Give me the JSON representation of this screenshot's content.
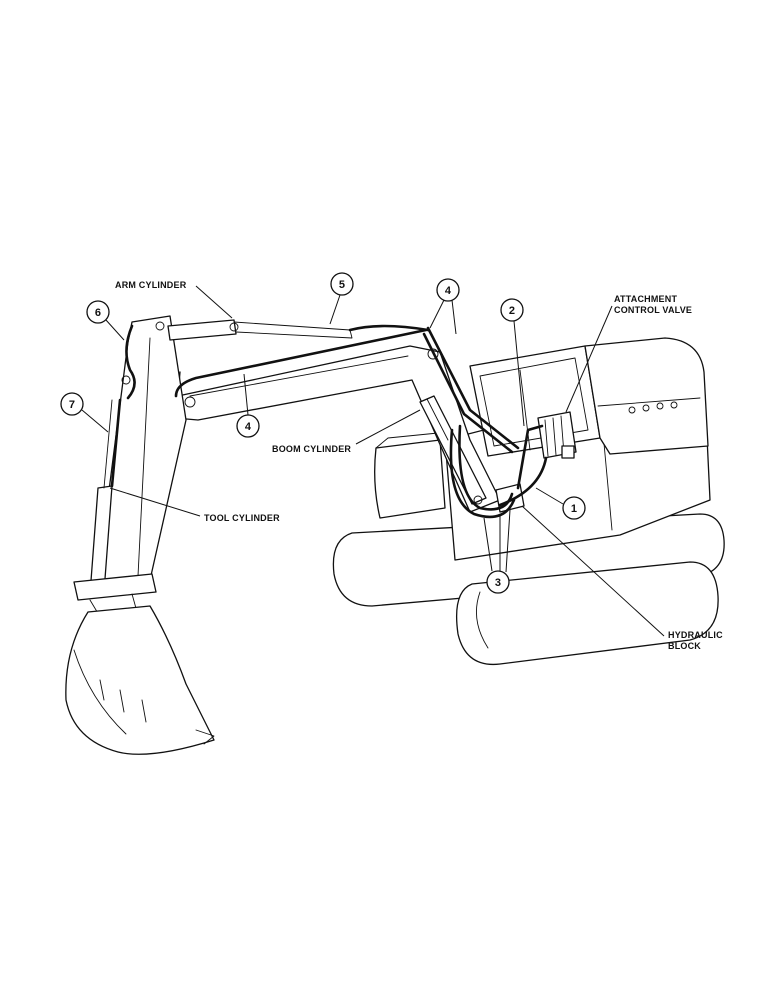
{
  "labels": {
    "arm_cylinder": "ARM CYLINDER",
    "boom_cylinder": "BOOM CYLINDER",
    "tool_cylinder": "TOOL CYLINDER",
    "attachment_control_valve_line1": "ATTACHMENT",
    "attachment_control_valve_line2": "CONTROL VALVE",
    "hydraulic_block_line1": "HYDRAULIC",
    "hydraulic_block_line2": "BLOCK"
  },
  "callouts": {
    "c1": "1",
    "c2": "2",
    "c3": "3",
    "c4_top": "4",
    "c4_arm": "4",
    "c5": "5",
    "c6": "6",
    "c7": "7"
  }
}
